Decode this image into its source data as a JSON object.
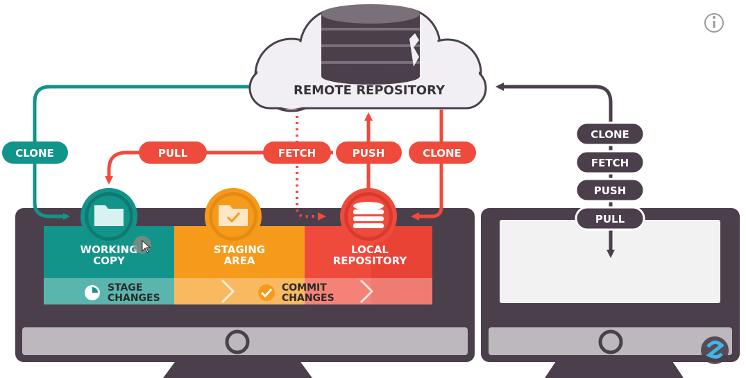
{
  "remote": {
    "label": "REMOTE REPOSITORY"
  },
  "workflow": {
    "clone_left": "CLONE",
    "pull": "PULL",
    "fetch": "FETCH",
    "push": "PUSH",
    "clone_right": "CLONE"
  },
  "areas": {
    "working": {
      "line1": "WORKING",
      "line2": "COPY"
    },
    "staging": {
      "line1": "STAGING",
      "line2": "AREA"
    },
    "local": {
      "line1": "LOCAL",
      "line2": "REPOSITORY"
    }
  },
  "actions": {
    "stage": {
      "line1": "STAGE",
      "line2": "CHANGES"
    },
    "commit": {
      "line1": "COMMIT",
      "line2": "CHANGES"
    }
  },
  "second_computer": {
    "commands": [
      "CLONE",
      "FETCH",
      "PUSH",
      "PULL"
    ]
  },
  "colors": {
    "teal": "#12948a",
    "teal_dark": "#0e7a72",
    "orange": "#f59a1b",
    "red": "#ef4b3c",
    "red_dark": "#d83a2d",
    "monitor": "#4a3f4a",
    "monitor_base": "#bcb8bd",
    "cloud": "#f1eff3",
    "cloud_stroke": "#4a3f4a"
  },
  "icons": {
    "working": "folder-icon",
    "staging": "folder-check-icon",
    "local": "database-icon",
    "stage": "pie-clock-icon",
    "commit": "check-circle-icon",
    "info": "info-icon",
    "logo": "brand-logo-icon"
  }
}
